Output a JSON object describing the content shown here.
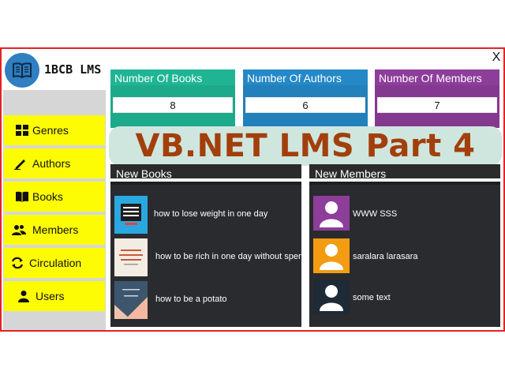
{
  "brand": {
    "title": "1BCB LMS"
  },
  "window": {
    "close_label": "X"
  },
  "sidebar": {
    "items": [
      {
        "label": "Genres",
        "icon": "grid-icon"
      },
      {
        "label": "Authors",
        "icon": "pen-icon"
      },
      {
        "label": "Books",
        "icon": "book-icon"
      },
      {
        "label": "Members",
        "icon": "people-icon"
      },
      {
        "label": "Circulation",
        "icon": "refresh-icon"
      },
      {
        "label": "Users",
        "icon": "user-icon"
      }
    ]
  },
  "stats": {
    "books": {
      "title": "Number Of Books",
      "value": "8"
    },
    "authors": {
      "title": "Number Of Authors",
      "value": "6"
    },
    "members": {
      "title": "Number Of Members",
      "value": "7"
    }
  },
  "banner": {
    "text": "VB.NET LMS Part 4"
  },
  "new_books": {
    "title": "New Books",
    "items": [
      {
        "title": "how to lose weight in one day"
      },
      {
        "title": "how to be rich in one day without spending"
      },
      {
        "title": "how to be a potato"
      }
    ]
  },
  "new_members": {
    "title": "New Members",
    "items": [
      {
        "name": "WWW SSS"
      },
      {
        "name": "saralara larasara"
      },
      {
        "name": "some text"
      }
    ]
  },
  "colors": {
    "sidebar_item": "#fdfc05",
    "books_card": "#1fb594",
    "authors_card": "#2588c7",
    "members_card": "#8d3d9a",
    "banner_text": "#a23f0b",
    "frame_border": "#e32222"
  }
}
